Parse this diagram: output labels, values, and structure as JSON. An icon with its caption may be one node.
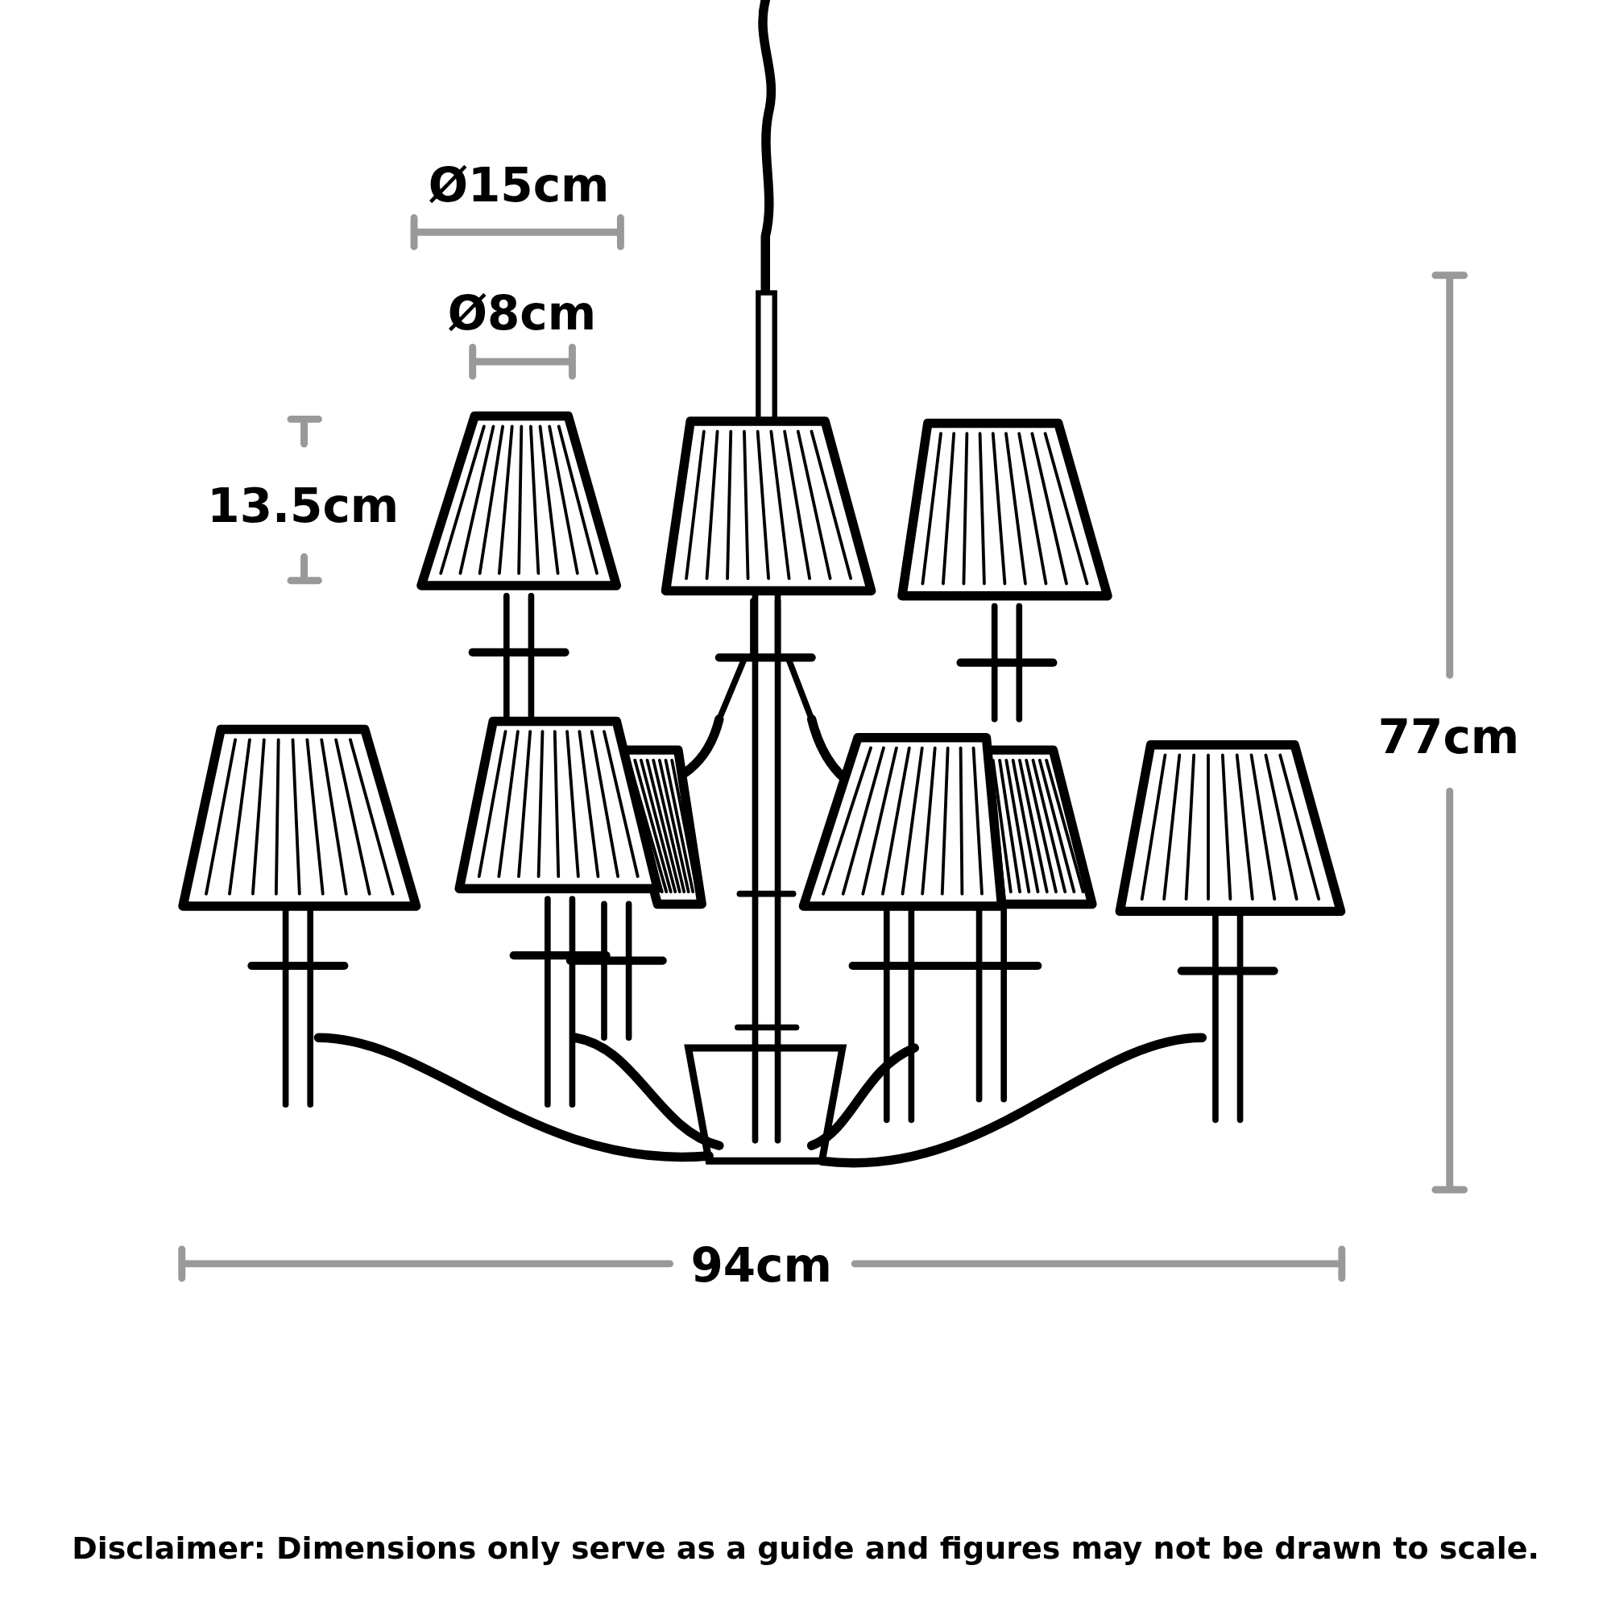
{
  "diagram": {
    "labels": [
      "Ø15cm",
      "Ø8cm",
      "13.5cm",
      "77cm",
      "94cm"
    ],
    "caption": "Disclaimer: Dimensions only serve as a guide and figures may not be drawn to scale."
  }
}
